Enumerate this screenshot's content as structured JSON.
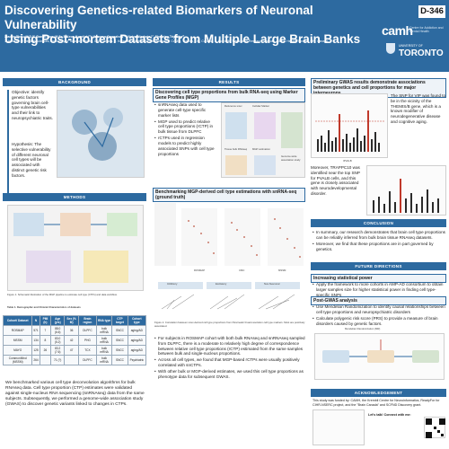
{
  "header": {
    "title_line1": "Discovering Genetics-related Biomarkers of Neuronal Vulnerability",
    "title_line2": "Using Post-mortem Datasets from Multiple Large Brain Banks",
    "authors": "Xiaolin Zhou, M.D.¹², Daniel Hon, M.Sc.², Keon Kornitzki²³, Vanessa Gonçalves²³, Viviya Hindaria ¹², Shreejoy Tripathy¹²",
    "affiliations": "1. Institute of Medical Sciences, University of Toronto, Toronto, ON, Canada. 2. Krembil Centre for Neuroinformatics, CAMH, Toronto, ON, Canada. 3. Scientific Translation Research Institute, Global Health, Toronto, ON, Canada",
    "poster_id": "D-346",
    "logo_camh": "camh",
    "logo_camh_sub": "Centre for Addiction and Mental Health",
    "logo_uoft_top": "UNIVERSITY OF",
    "logo_uoft": "TORONTO"
  },
  "colors": {
    "primary": "#2d6aa0",
    "accent_red": "#c0392b",
    "light": "#eef3f8"
  },
  "sections": {
    "background": "BACKGROUND",
    "methods": "METHODS",
    "results": "RESULTS",
    "conclusion": "CONCLUSION",
    "future": "FUTURE DIRECTIONS",
    "ack": "ACKNOWLEDGEMENT"
  },
  "background": {
    "objective": "Objective: identify genetic factors governing brain cell-type vulnerabilities and their link to neuropsychiatric traits.",
    "hypothesis": "Hypothesis: The selective vulnerability of different neuronal cell types will be associated with distinct genetic risk factors."
  },
  "methods": {
    "figure_caption": "Figure 1. Schematic illustration of the MGP pipeline to estimate cell type (CTPs) and data workflow.",
    "table_caption": "Table 1. Demographic and Clinical Characteristics of datasets",
    "table_headers": [
      "Cohort/ Dataset",
      "N",
      "PMI (h)",
      "Age (yrs)",
      "Sex (% M)",
      "Brain region",
      "RNA type",
      "CTP target",
      "Cohort type"
    ],
    "table_rows": [
      [
        "ROSMAP",
        "571",
        "7",
        "88.0 (6.6)",
        "36",
        "DLPFC",
        "bulk mRNA",
        "SNCC",
        "aging/AD"
      ],
      [
        "MSSM",
        "134",
        "8",
        "83.0 (5.2)",
        "42",
        "PHG",
        "bulk mRNA",
        "SNCC",
        "aging/AD"
      ],
      [
        "MAYO",
        "125",
        "26",
        "83.2 (7.6)",
        "47",
        "TCX",
        "bulk mRNA",
        "SNCC",
        "aging/AD"
      ],
      [
        "CommonMind (MSSM)",
        "264",
        "",
        "71 (?)",
        "",
        "DLPFC",
        "bulk mRNA",
        "SNCC",
        "Psychiatric"
      ]
    ],
    "summary": "We benchmarked various cell type deconvolution algorithms for bulk RNAseq data. Cell type proportion (CTP) estimates were validated against single-nucleus RNA sequencing (snRNAseq) data from the same subjects. Subsequently, we performed a genome-wide association study (GWAS) to discover genetic variants linked to changes in CTPs."
  },
  "results": {
    "box1_title": "Discovering cell type proportions from bulk RNA-seq using Marker Gene Profiles (MGP)",
    "box1_bullets": [
      "snRNAseq data used to generate cell-type specific marker lists",
      "MGP used to predict relative cell type proportions (rCTP) in bulk tissue from DLPFC",
      "rCTPs used in regression models to predict highly associated SNPs with cell type proportions"
    ],
    "box2_title": "Benchmarking MGP-derived cell type estimations with snRNA-seq (ground truth)",
    "fig_label_refsnuc": "Reference snuc",
    "fig_label_cellular": "Cellular Marker",
    "fig_label_bulk": "Tissue bulk RNAseq",
    "fig_label_mgp": "MGP estimation",
    "fig_label_gwas": "Genome-wide association study",
    "benchmark_cols": [
      "ROSMAP",
      "CMC",
      "MSSM"
    ],
    "corr_groups": [
      "Inhibitory",
      "Excitatory",
      "Non-Neuronal"
    ],
    "fig2_caption": "Figure 2. Correlation between snuc-derived cell type proportions from Pancreatic broad-resolution cell type markers. Most are positively associated.",
    "box2_bullets": [
      "For subjects in ROSMAP cohort with both bulk RNAseq and snRNAseq sampled from DLPFC, there is a moderate to relatively high degree of correspondence between relative cell type proportions (rCTP) estimated from the same samples between bulk and single-nucleus proportions.",
      "Across all cell types, we found that MGP-based rCTPs were usually positively correlated with snCTPs.",
      "With other bulk or MGP-derived estimates, we used this cell type proportions as phenotype data for subsequent GWAS."
    ],
    "gwas_title": "Preliminary GWAS results demonstrate associations between genetics and cell proportions for major interneurons",
    "gwas_text1": "The SNP for VIP was found to be in the vicinity of the THEMIS/B gene, which is a known modifier of neurodegenerative disease and cognitive aging.",
    "gwas_text2": "Moreover, TRAPPC10 was identified near the top SNP for PVALB cells, and this gene is closely associated with neurodevelopmental disorder.",
    "gwas_axis": "IPVALB"
  },
  "conclusion": {
    "bullets": [
      "In summary, our research demonstrates that brain cell type proportions can be reliably inferred from bulk brain tissue RNAseq datasets.",
      "Moreover, we find that these proportions are in part governed by genetics."
    ]
  },
  "future": {
    "sub1": "Increasing statistical power",
    "sub1_bullets": [
      "Apply the framework to more cohorts in AMP-AD consortium to obtain larger samples size for higher statistical power in finding cell type-specific SNPs"
    ],
    "sub2": "Post-GWAS analysis",
    "sub2_bullets": [
      "Use Mendelian Randomization to identify causal relationships between cell type proportions and neuropsychiatric disorders",
      "Calculate polygenic risk score (PRS) to provide a measure of brain disorders caused by genetic factors."
    ],
    "mr_label": "Mendelian Randomization (MR)"
  },
  "ack": {
    "text": "This study was funded by: CAMH, the Krembil Centre for Neuroinformatics, ReadyFor for CIHR-NSERC project, and the \"Brain Canada\" and SCFND Discovery grant.",
    "contact_heading": "Let's talk! Connect with me:"
  }
}
